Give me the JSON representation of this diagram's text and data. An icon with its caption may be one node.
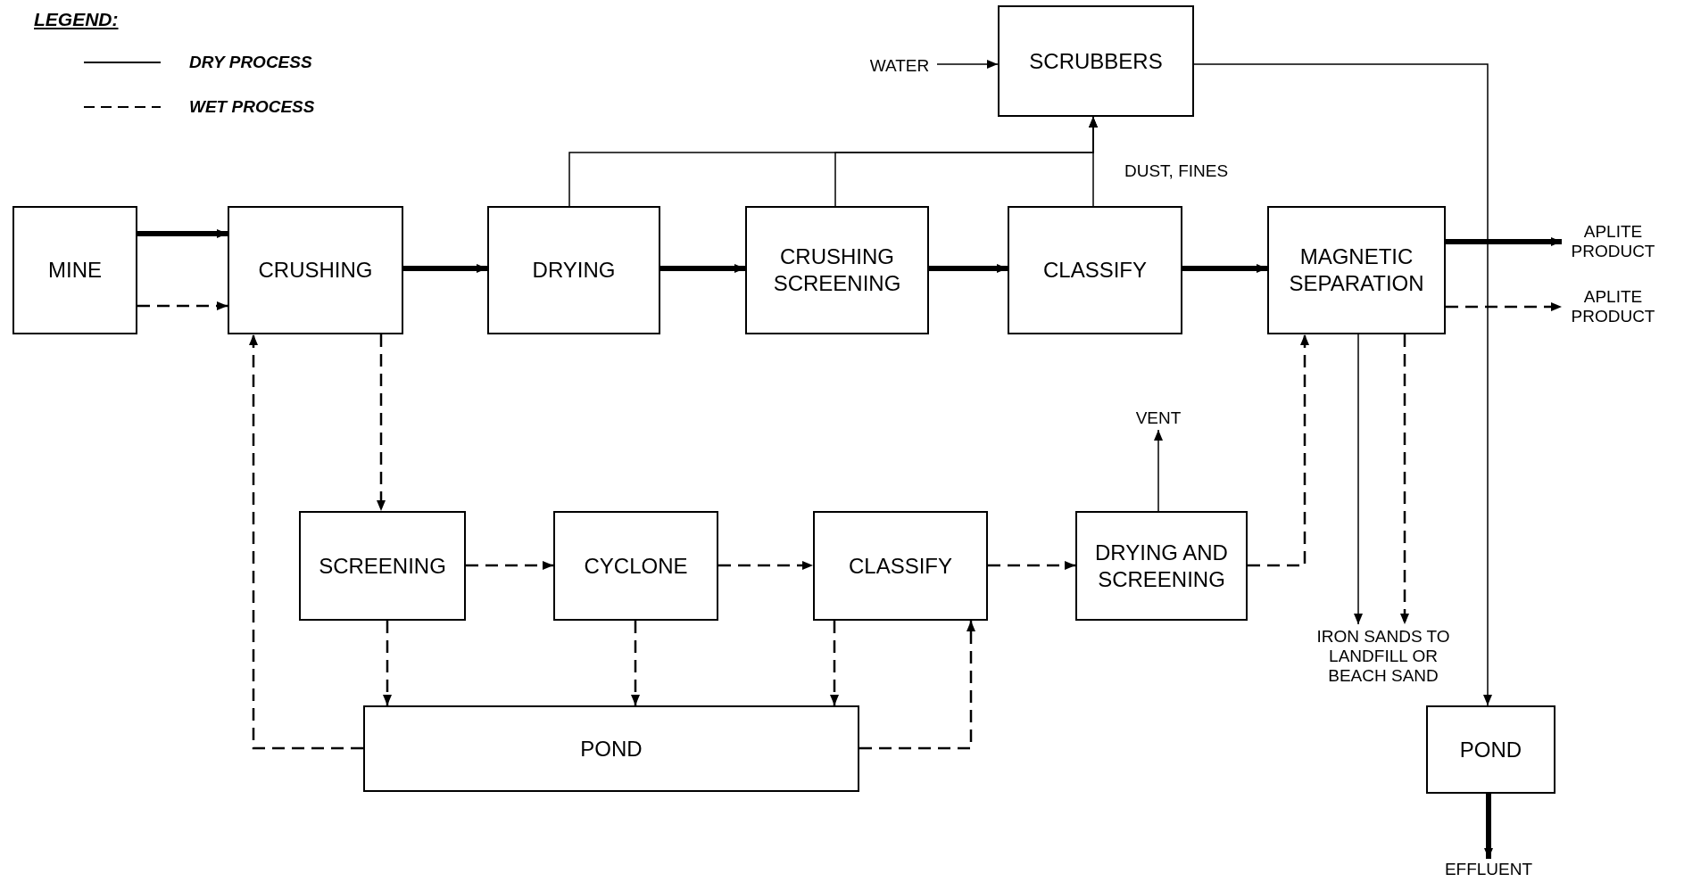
{
  "diagram": {
    "nodes": [
      {
        "text": [
          "MINE"
        ]
      },
      {
        "text": [
          "CRUSHING"
        ]
      },
      {
        "text": [
          "DRYING"
        ]
      },
      {
        "text": [
          "CRUSHING SCREENING"
        ]
      },
      {
        "text": [
          "CLASSIFY"
        ]
      },
      {
        "text": [
          "MAGNETIC SEPARATION"
        ]
      },
      {
        "text": [
          "SCRUBBERS"
        ]
      },
      {
        "text": [
          "WATER"
        ]
      },
      {
        "text": [
          "APLITE PRODUCT"
        ]
      },
      {
        "text": [
          "APLITE PRODUCT"
        ]
      },
      {
        "text": [
          "SCREENING"
        ]
      },
      {
        "text": [
          "CYCLONE"
        ]
      },
      {
        "text": [
          "CLASSIFY"
        ]
      },
      {
        "text": [
          "DRYING AND SCREENING"
        ]
      },
      {
        "text": [
          "VENT"
        ]
      },
      {
        "text": [
          "IRON SANDS TO LANDFILL OR BEACH SAND"
        ]
      },
      {
        "text": [
          "POND"
        ]
      },
      {
        "text": [
          "POND"
        ]
      },
      {
        "text": [
          "EFFLUENT"
        ]
      }
    ],
    "edges": [
      {
        "from": 0,
        "to": 1,
        "arrow": "to",
        "style": "thick"
      },
      {
        "from": 0,
        "to": 1,
        "arrow": "to",
        "style": "dashed"
      },
      {
        "from": 1,
        "to": 2,
        "arrow": "to",
        "style": "thick"
      },
      {
        "from": 2,
        "to": 3,
        "arrow": "to",
        "style": "thick"
      },
      {
        "from": 3,
        "to": 4,
        "arrow": "to",
        "style": "thick"
      },
      {
        "from": 4,
        "to": 5,
        "arrow": "to",
        "style": "thick"
      },
      {
        "from": 2,
        "to": 6,
        "arrow": "to"
      },
      {
        "from": 3,
        "to": 6,
        "arrow": "to"
      },
      {
        "from": 4,
        "to": 6,
        "arrow": "to",
        "label": "DUST, FINES"
      },
      {
        "from": 7,
        "to": 6,
        "arrow": "to"
      },
      {
        "from": 6,
        "to": 17,
        "arrow": "to"
      },
      {
        "from": 5,
        "to": 8,
        "arrow": "to",
        "style": "thick"
      },
      {
        "from": 5,
        "to": 9,
        "arrow": "to",
        "style": "dashed"
      },
      {
        "from": 5,
        "to": 15,
        "arrow": "to"
      },
      {
        "from": 5,
        "to": 15,
        "arrow": "to",
        "style": "dashed"
      },
      {
        "from": 1,
        "to": 10,
        "arrow": "to",
        "style": "dashed"
      },
      {
        "from": 10,
        "to": 11,
        "arrow": "to",
        "style": "dashed"
      },
      {
        "from": 11,
        "to": 12,
        "arrow": "to",
        "style": "dashed"
      },
      {
        "from": 12,
        "to": 13,
        "arrow": "to",
        "style": "dashed"
      },
      {
        "from": 13,
        "to": 5,
        "arrow": "to",
        "style": "dashed"
      },
      {
        "from": 13,
        "to": 14,
        "arrow": "to"
      },
      {
        "from": 10,
        "to": 16,
        "arrow": "to",
        "style": "dashed"
      },
      {
        "from": 11,
        "to": 16,
        "arrow": "to",
        "style": "dashed"
      },
      {
        "from": 12,
        "to": 16,
        "arrow": "to",
        "style": "dashed"
      },
      {
        "from": 16,
        "to": 1,
        "arrow": "to",
        "style": "dashed"
      },
      {
        "from": 16,
        "to": 12,
        "arrow": "to",
        "style": "dashed"
      },
      {
        "from": 17,
        "to": 18,
        "arrow": "to",
        "style": "thick"
      }
    ],
    "labels": [
      "LEGEND:"
    ],
    "legend": [
      {
        "text": "DRY PROCESS"
      },
      {
        "text": "WET PROCESS"
      }
    ]
  }
}
